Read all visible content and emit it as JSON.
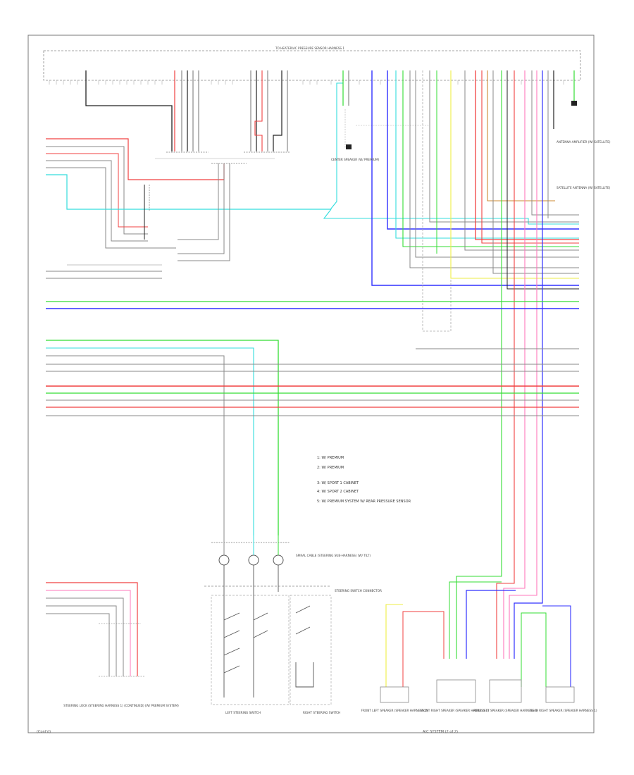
{
  "header_label": "TO HEATER/AC PRESSURE SENSOR HARNESS 1",
  "footer_left": "(Cont'd)",
  "footer_center": "A/C SYSTEM (2 of 2)",
  "legend": [
    "1: W/ PREMIUM",
    "2: W/ PREMIUM",
    "3: W/ SPORT 1 CABINET",
    "4: W/ SPORT 2 CABINET",
    "5: W/ PREMIUM SYSTEM W/ REAR PRESSURE SENSOR"
  ],
  "components": {
    "steering_switch_connector": "STEERING SWITCH CONNECTOR",
    "spiral_cable": "SPIRAL CABLE (STEERING SUB-HARNESS) (W/ TILT)",
    "left_steering_switch": "LEFT STEERING SWITCH",
    "right_steering_switch": "RIGHT STEERING SWITCH",
    "steering_lock_harness": "STEERING LOCK (STEERING HARNESS 1) (CONTINUED) (W/ PREMIUM SYSTEM)",
    "front_left_speaker": "FRONT LEFT SPEAKER (SPEAKER HARNESS 1)",
    "front_right_speaker": "FRONT RIGHT SPEAKER (SPEAKER HARNESS 1)",
    "rear_left_speaker": "REAR LEFT SPEAKER (SPEAKER HARNESS 1)",
    "rear_right_speaker": "REAR RIGHT SPEAKER (SPEAKER HARNESS 1)",
    "antenna_amp": "ANTENNA AMPLIFIER (W/ SATELLITE)",
    "sat_antenna": "SATELLITE ANTENNA (W/ SATELLITE)",
    "center_speaker": "CENTER SPEAKER (W/ PREMIUM)"
  },
  "colors": {
    "red": "#f04040",
    "pink": "#ff77bb",
    "green": "#33dd33",
    "blue": "#3030ff",
    "cyan": "#33dddd",
    "yellow": "#eeee44",
    "gray": "#888888",
    "dark": "#222222",
    "orange": "#cc8833"
  }
}
